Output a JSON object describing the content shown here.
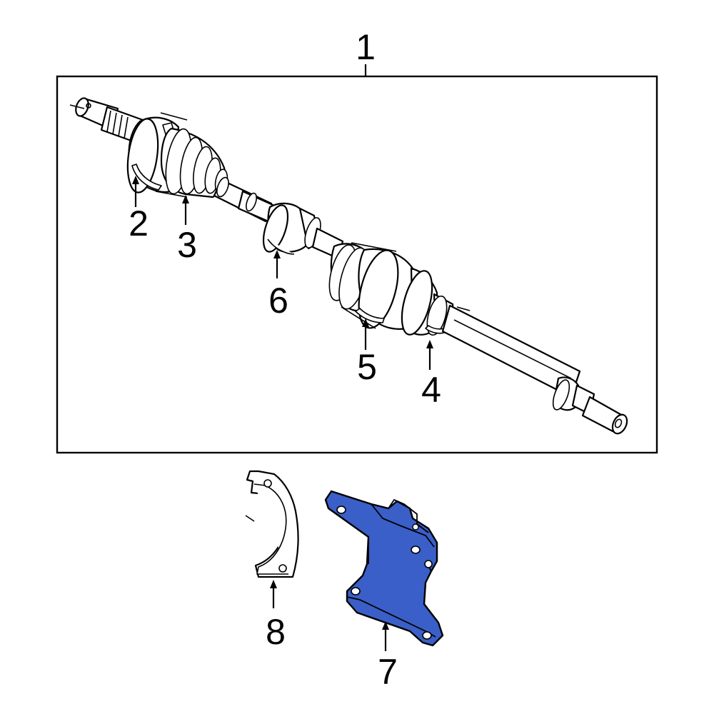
{
  "diagram": {
    "highlight_color": "#3a5fc8",
    "outline_color": "#000000",
    "background_color": "#ffffff",
    "callouts": [
      {
        "id": "1",
        "label": "1",
        "target": "drive-axle-assembly"
      },
      {
        "id": "2",
        "label": "2",
        "target": "outer-boot-clamp"
      },
      {
        "id": "3",
        "label": "3",
        "target": "outer-cv-boot"
      },
      {
        "id": "4",
        "label": "4",
        "target": "inner-boot-clamp-small"
      },
      {
        "id": "5",
        "label": "5",
        "target": "inner-boot-clamp-large"
      },
      {
        "id": "6",
        "label": "6",
        "target": "damper"
      },
      {
        "id": "7",
        "label": "7",
        "target": "support-bracket"
      },
      {
        "id": "8",
        "label": "8",
        "target": "bearing-retainer-plate"
      }
    ]
  }
}
